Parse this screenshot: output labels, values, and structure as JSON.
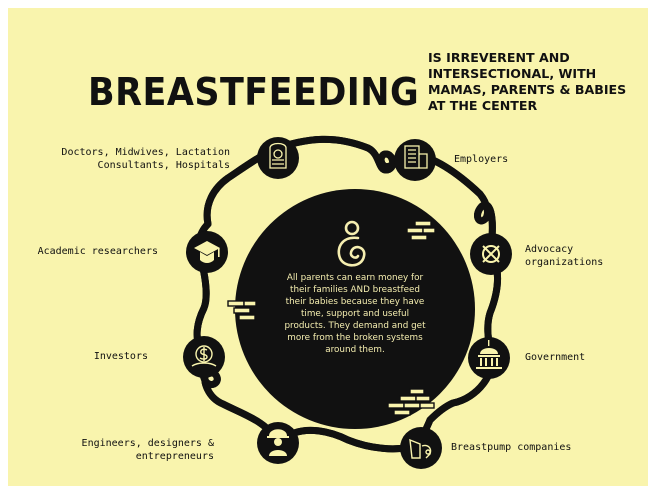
{
  "header": {
    "title": "BREASTFEEDING",
    "subtitle_lines": [
      "IS IRREVERENT AND",
      "INTERSECTIONAL, WITH",
      "MAMAS, PARENTS & BABIES",
      "AT THE CENTER"
    ]
  },
  "center": {
    "lines": [
      "All parents can earn money for",
      "their families AND breastfeed",
      "their babies because they have",
      "time, support and useful",
      "products. They demand and get",
      "more from the broken systems",
      "around them."
    ]
  },
  "stakeholders": {
    "doctors": {
      "lines": [
        "Doctors, Midwives, Lactation",
        "Consultants, Hospitals"
      ],
      "icon": "baby-icon"
    },
    "employers": {
      "lines": [
        "Employers"
      ],
      "icon": "office-building-icon"
    },
    "academic": {
      "lines": [
        "Academic researchers"
      ],
      "icon": "graduation-cap-icon"
    },
    "advocacy": {
      "lines": [
        "Advocacy",
        "organizations"
      ],
      "icon": "joined-hands-icon"
    },
    "investors": {
      "lines": [
        "Investors"
      ],
      "icon": "dollar-coin-icon"
    },
    "government": {
      "lines": [
        "Government"
      ],
      "icon": "capitol-building-icon"
    },
    "engineers": {
      "lines": [
        "Engineers, designers &",
        "entrepreneurs"
      ],
      "icon": "hardhat-worker-icon"
    },
    "breastpump": {
      "lines": [
        "Breastpump companies"
      ],
      "icon": "breastpump-icon"
    }
  },
  "colors": {
    "background": "#f9f4ad",
    "ink": "#111111",
    "accent_text": "#f5eeb0"
  }
}
